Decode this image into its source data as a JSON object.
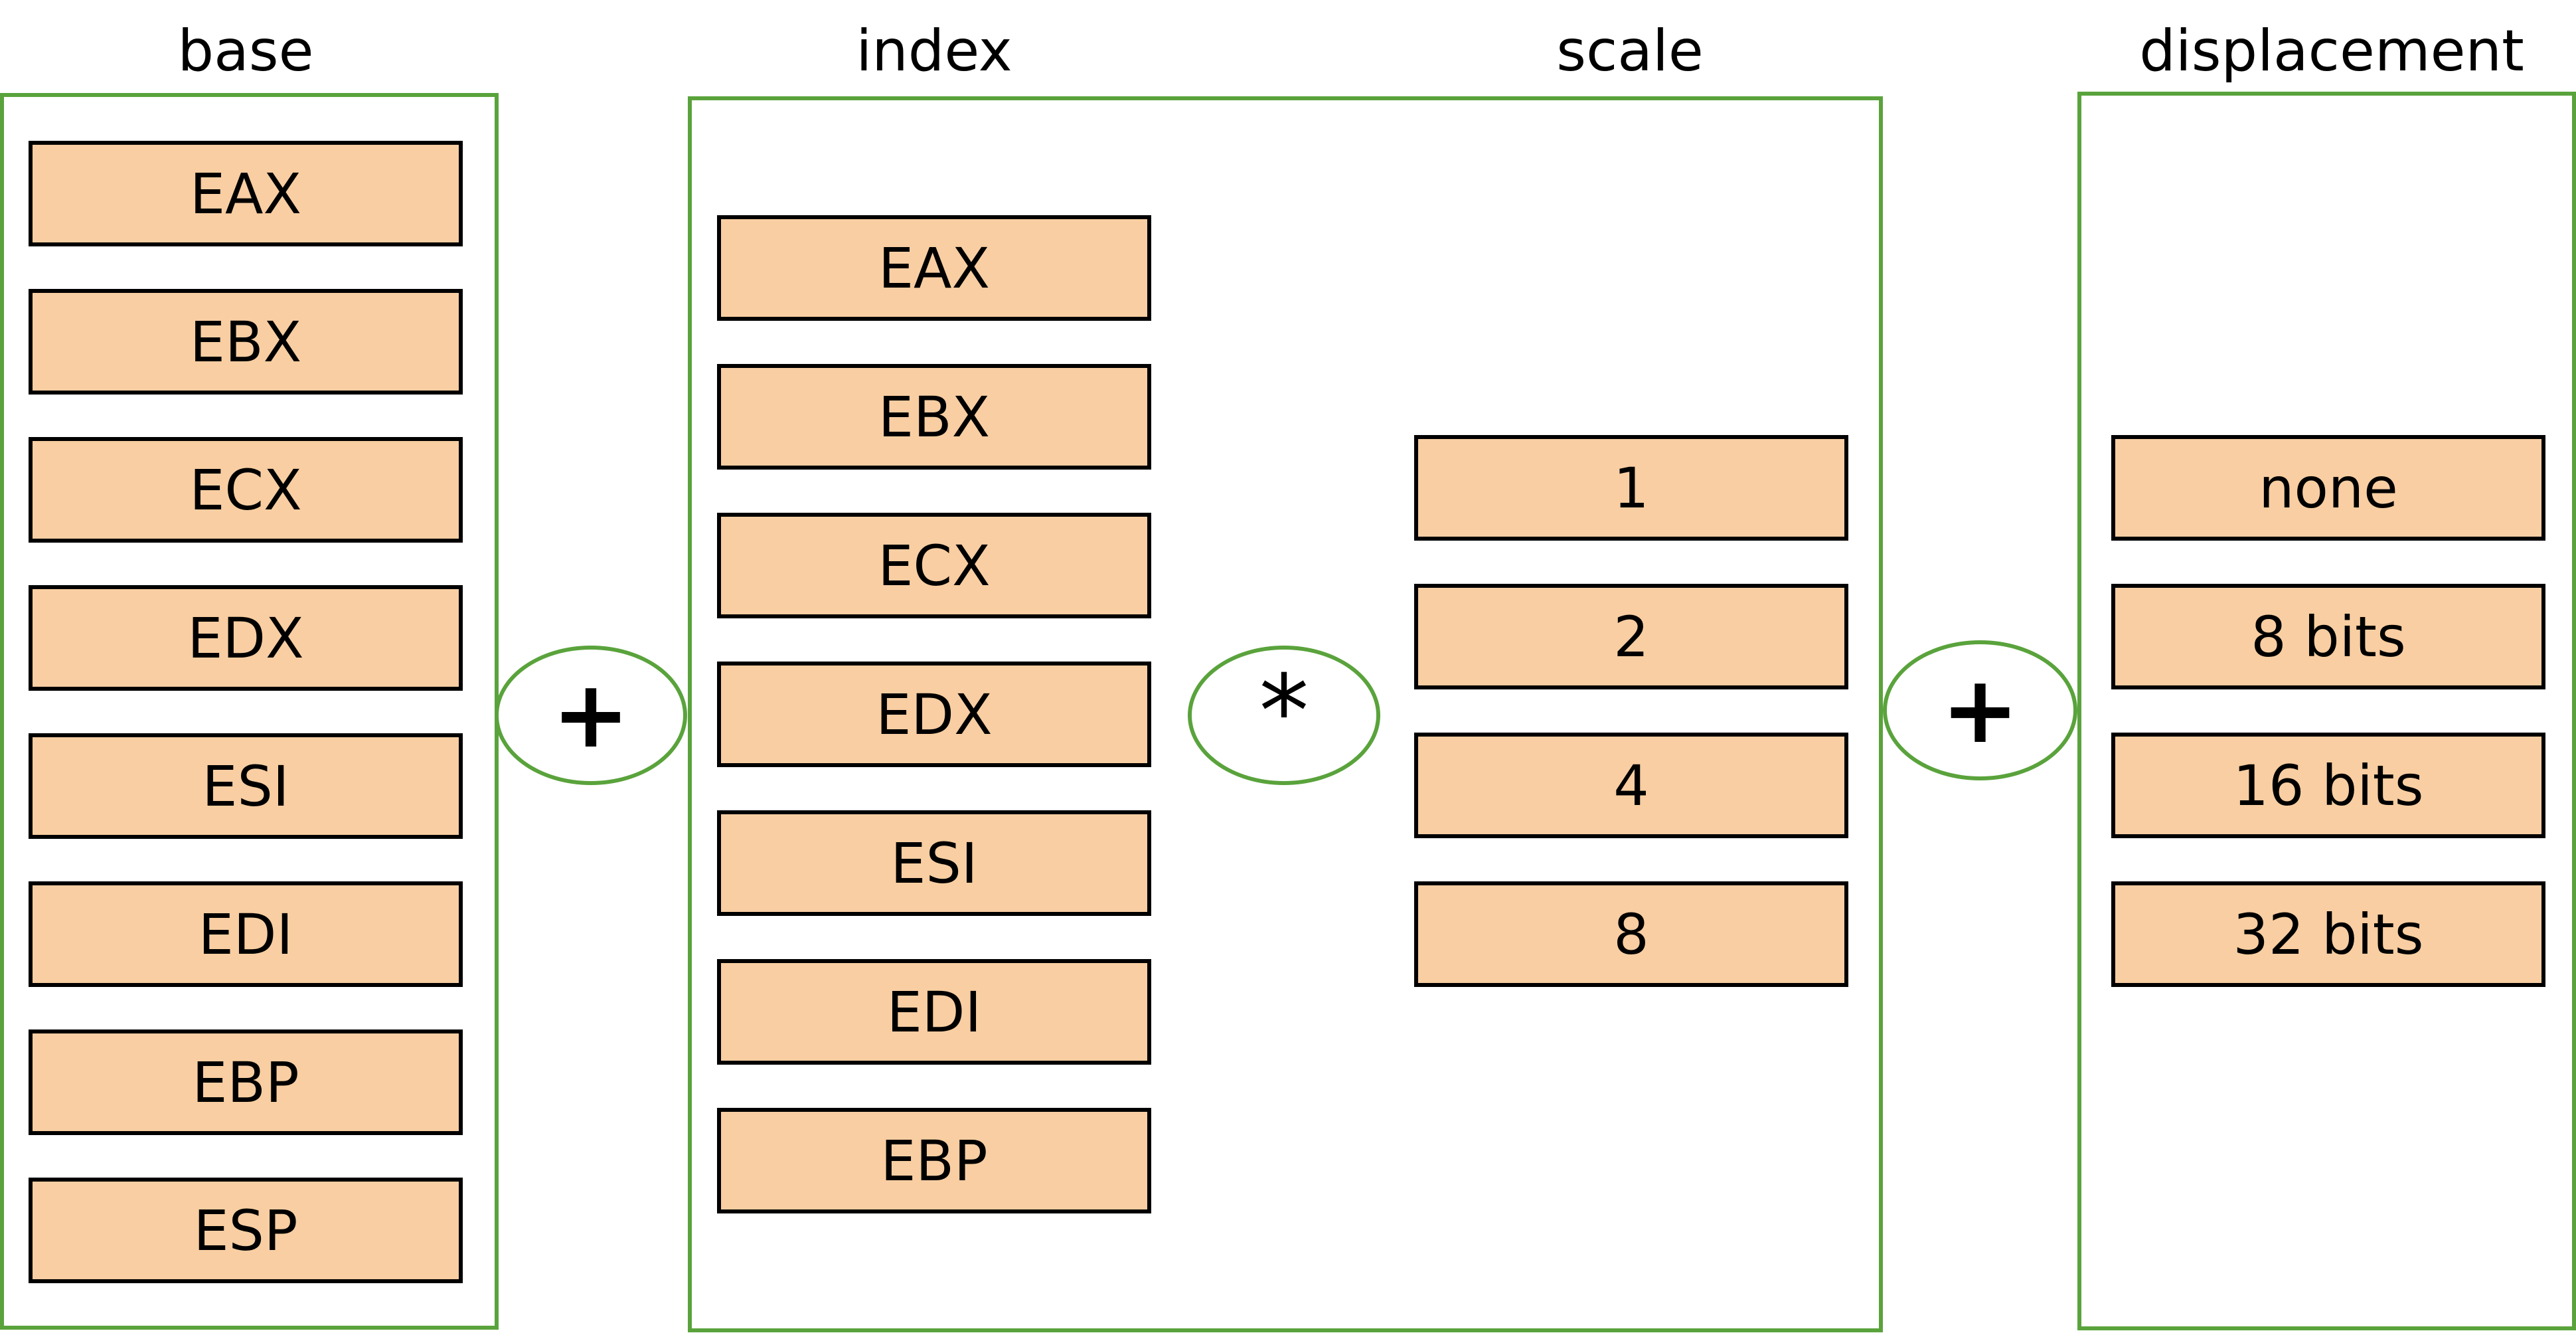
{
  "sections": {
    "base": {
      "title": "base",
      "items": [
        "EAX",
        "EBX",
        "ECX",
        "EDX",
        "ESI",
        "EDI",
        "EBP",
        "ESP"
      ]
    },
    "index": {
      "title": "index",
      "items": [
        "EAX",
        "EBX",
        "ECX",
        "EDX",
        "ESI",
        "EDI",
        "EBP"
      ]
    },
    "scale": {
      "title": "scale",
      "items": [
        "1",
        "2",
        "4",
        "8"
      ]
    },
    "displacement": {
      "title": "displacement",
      "items": [
        "none",
        "8 bits",
        "16 bits",
        "32 bits"
      ]
    }
  },
  "operators": {
    "plus_1": "+",
    "multiply": "*",
    "plus_2": "+"
  },
  "colors": {
    "frame": "#5aa33c",
    "cell_fill": "#f8cea2",
    "cell_border": "#000000"
  }
}
